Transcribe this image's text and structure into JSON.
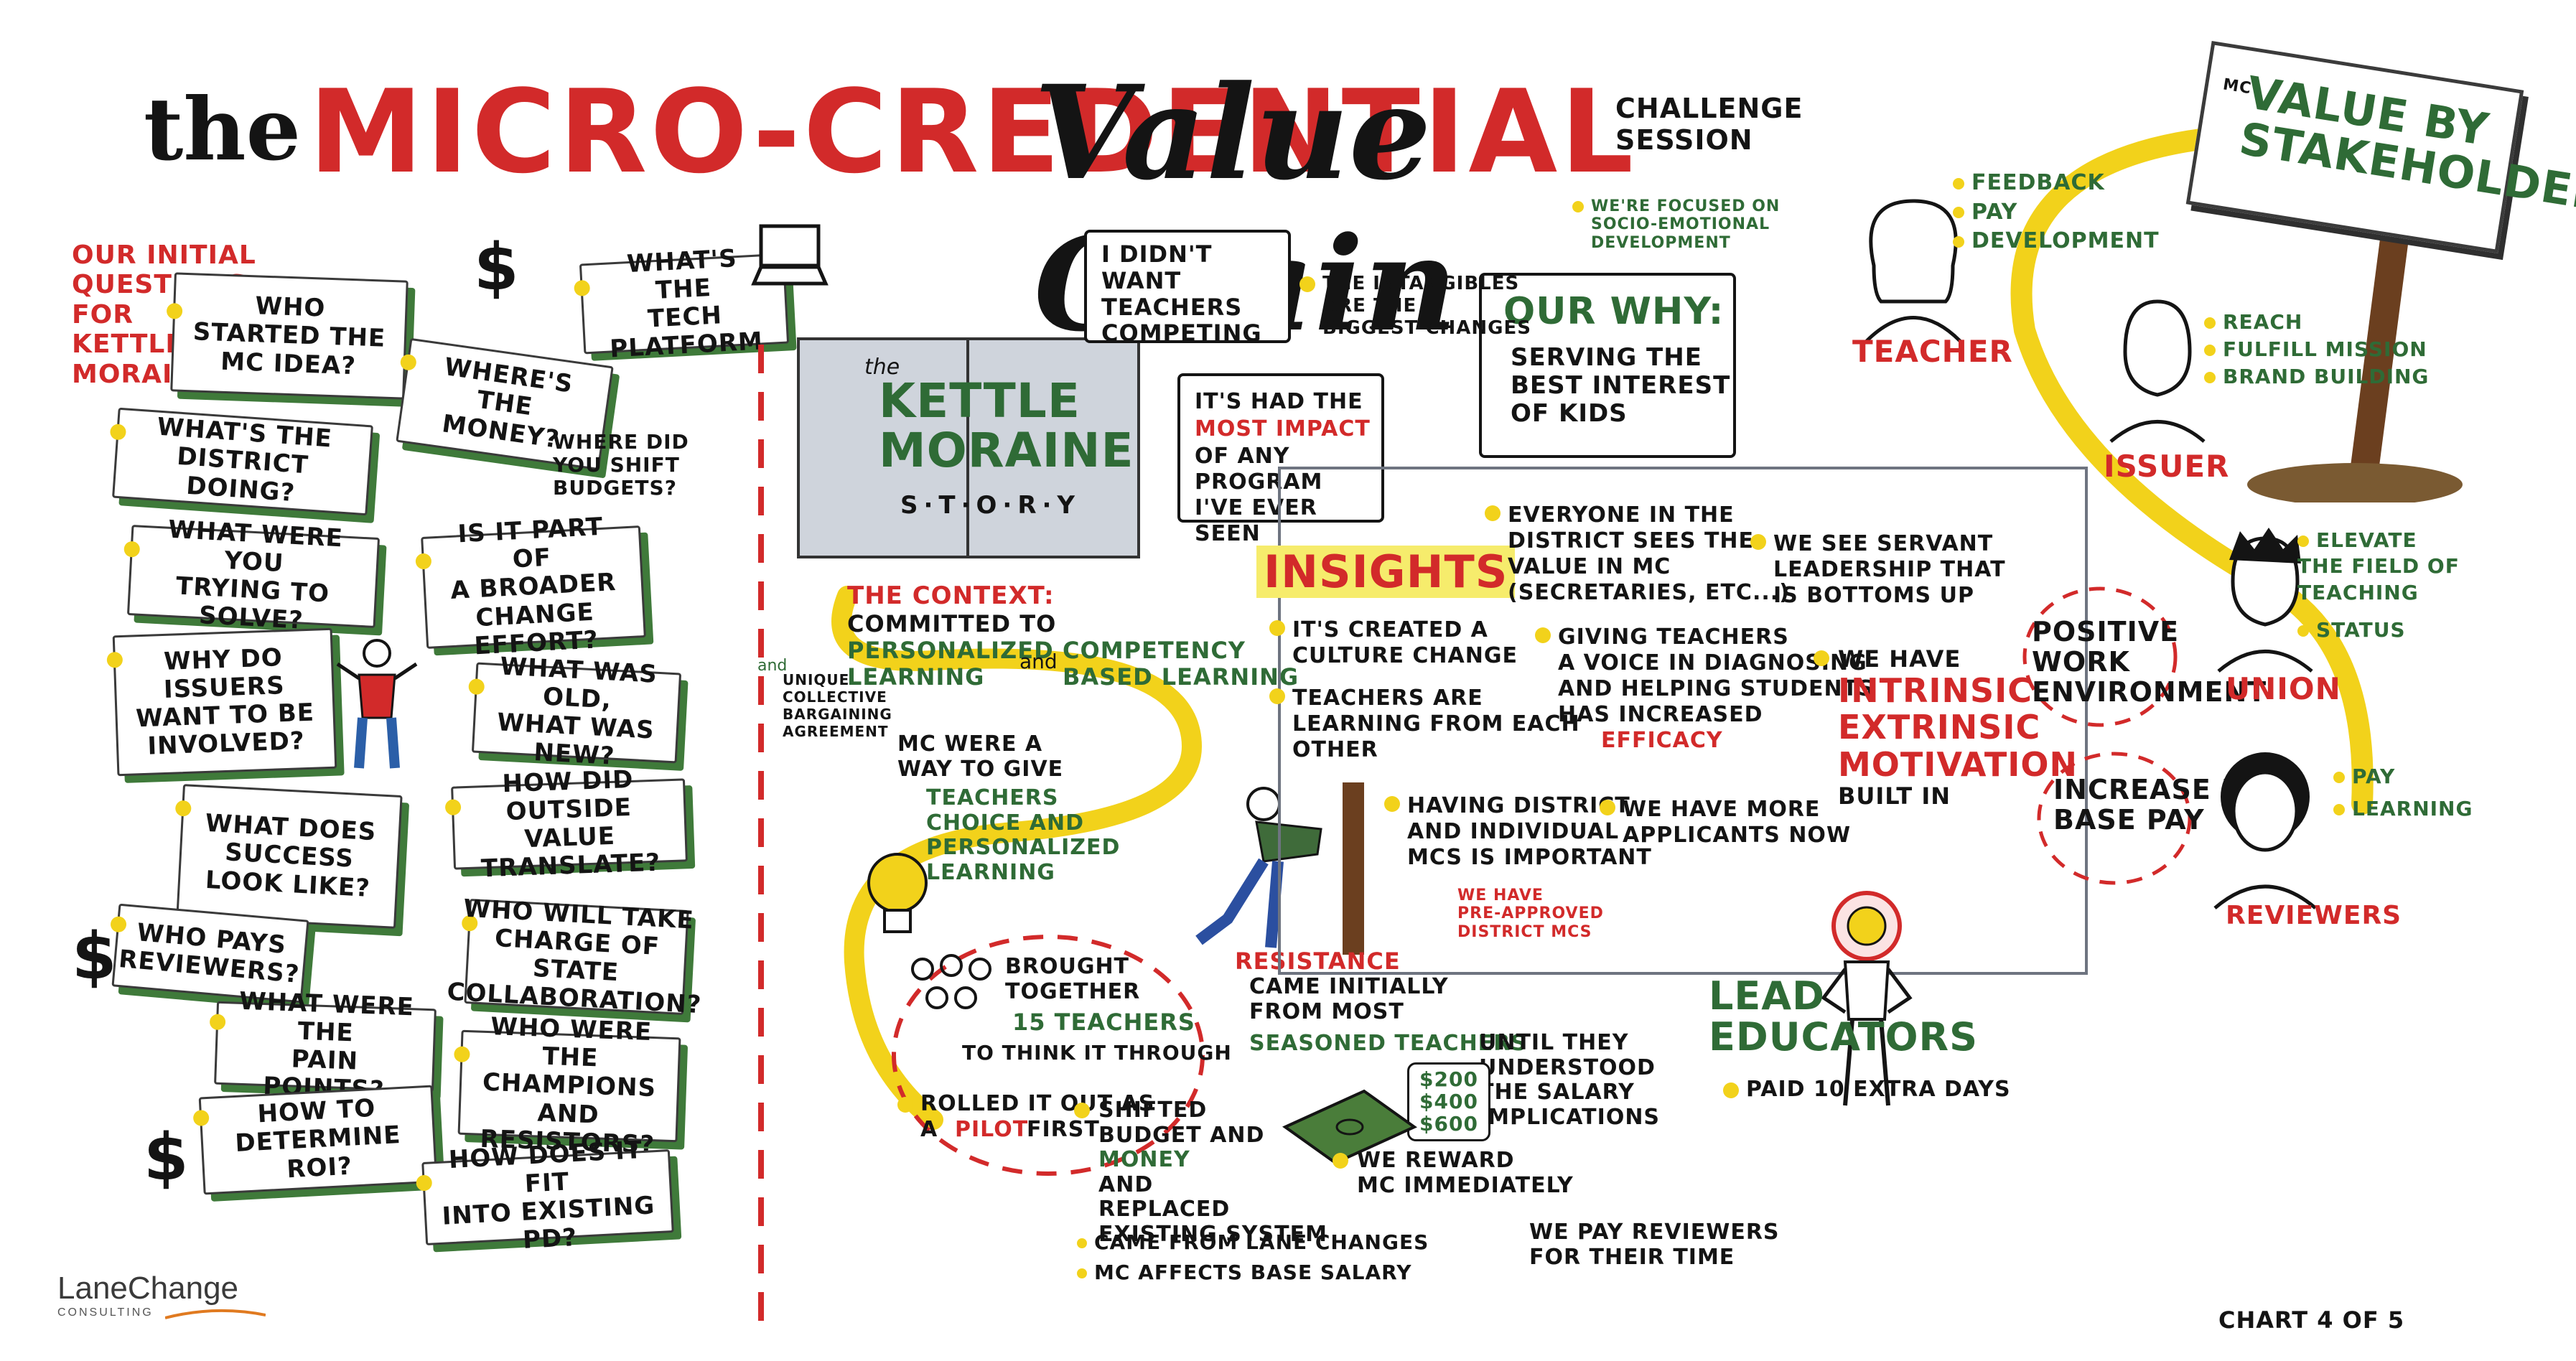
{
  "title": {
    "the": "the",
    "micro": "MICRO-CREDENTIAL",
    "value_chain": "Value Chain",
    "session": "CHALLENGE\nSESSION"
  },
  "initial_questions_label": "OUR INITIAL\nQUESTIONS\nFOR\nKETTLE\nMORAINE",
  "questions": [
    "WHO STARTED the\nMC IDEA?",
    "WHAT'S the DISTRICT\nDOING?",
    "WHAT WERE YOU\nTRYING to SOLVE?",
    "WHY DO ISSUERS\nWANT to BE\nINVOLVED?",
    "WHAT DOES\nSUCCESS\nLOOK LIKE?",
    "WHO PAYS\nREVIEWERS?",
    "WHAT WERE the\nPAIN POINTS?",
    "HOW to DETERMINE\nROI?",
    "WHAT'S the\nTECH PLATFORM",
    "WHERE'S the\nMONEY?",
    "IS IT PART of\na BROADER\nCHANGE EFFORT?",
    "WHAT WAS OLD,\nWHAT WAS NEW?",
    "HOW DID OUTSIDE\nVALUE TRANSLATE?",
    "WHO WILL TAKE\nCHARGE of STATE\nCOLLABORATION?",
    "WHO WERE the\nCHAMPIONS and\nRESISTORS?",
    "HOW DOES IT FIT\nINTO EXISTING PD?"
  ],
  "money_note": "WHERE DID\nYOU SHIFT\nBUDGETS?",
  "dollar": "$",
  "story": {
    "the": "the",
    "name": "KETTLE\nMORAINE",
    "story": "S·T·O·R·Y"
  },
  "bubbles": {
    "competing": "I DIDN'T WANT\nTEACHERS\nCOMPETING",
    "impact_pre": "IT'S HAD the",
    "impact_hi": "MOST IMPACT",
    "impact_post": "of ANY PROGRAM\nI'VE EVER SEEN",
    "why_title": "OUR WHY:",
    "why_body": "SERVING the\nBEST INTEREST\nof KIDS"
  },
  "intangibles": "THE INTANGIBLES\nARE THE\nBIGGEST CHANGES",
  "socio": "WE'RE FOCUSED ON\nSOCIO-EMOTIONAL\nDEVELOPMENT",
  "context": {
    "label": "the CONTEXT:",
    "committed": "COMMITTED to",
    "personalized": "PERSONALIZED\nLEARNING",
    "and": "and",
    "competency": "COMPETENCY\nBASED LEARNING",
    "unique_and": "and",
    "unique": "UNIQUE\nCOLLECTIVE\nBARGAINING\nAGREEMENT"
  },
  "mc_way": {
    "pre": "MC WERE A\nWAY to GIVE",
    "hi": "TEACHERS\nCHOICE and\nPERSONALIZED\nLEARNING"
  },
  "brought": {
    "pre": "BROUGHT\nTOGETHER",
    "hi": "15 TEACHERS",
    "post": "to THINK IT THROUGH"
  },
  "pilot": {
    "pre": "ROLLED IT OUT as\na",
    "hi": "PILOT",
    "post": "FIRST"
  },
  "shifted": {
    "pre": "SHIFTED\nBUDGET and",
    "hi": "MONEY",
    "post": "and\nREPLACED\nEXISTING SYSTEM"
  },
  "lane": [
    "CAME FROM LANE CHANGES",
    "MC AFFECTS BASE SALARY"
  ],
  "resistance": {
    "hi": "RESISTANCE",
    "body": "CAME INITIALLY\nFROM MOST",
    "hi2": "SEASONED TEACHERS",
    "post": "UNTIL THEY\nUNDERSTOOD\nthe SALARY\nIMPLICATIONS"
  },
  "salary_amounts": "$200\n$400\n$600",
  "reward": "WE REWARD\nMC IMMEDIATELY",
  "pay_reviewers": "WE PAY REVIEWERS\nFOR their TIME",
  "insights": {
    "title": "INSIGHTS",
    "culture": "IT'S CREATED A\nCULTURE CHANGE",
    "teachers": "TEACHERS ARE\nLEARNING FROM EACH\nOTHER",
    "having": "HAVING DISTRICT\nand INDIVIDUAL\nMCs IS IMPORTANT",
    "preapproved": "WE HAVE\nPRE-APPROVED\nDISTRICT MCs",
    "everyone": "EVERYONE in the\nDISTRICT SEES the\nVALUE in MC\n(SECRETARIES, ETC...)",
    "giving_pre": "GIVING TEACHERS\nA VOICE IN DIAGNOSING\nand HELPING STUDENTS\nHAS INCREASED",
    "efficacy": "EFFICACY",
    "applicants": "WE HAVE MORE\nAPPLICANTS NOW",
    "servant": "WE SEE SERVANT\nLEADERSHIP THAT\nIS BOTTOMS UP",
    "motiv_pre": "WE HAVE",
    "motiv_hi": "INTRINSIC\nEXTRINSIC\nMOTIVATION",
    "motiv_post": "BUILT IN",
    "positive": "POSITIVE\nWORK\nENVIRONMENT",
    "increase": "INCREASE in\nBASE PAY"
  },
  "lead": {
    "title": "LEAD\nEDUCATORS",
    "note": "PAID 10 EXTRA DAYS"
  },
  "sign": {
    "mc": "MC",
    "text": "VALUE BY\nSTAKEHOLDER"
  },
  "stakeholders": [
    {
      "name": "TEACHER",
      "items": [
        "FEEDBACK",
        "PAY",
        "DEVELOPMENT"
      ]
    },
    {
      "name": "ISSUER",
      "items": [
        "REACH",
        "FULFILL MISSION",
        "BRAND BUILDING"
      ]
    },
    {
      "name": "UNION",
      "items": [
        "ELEVATE the FIELD of TEACHING",
        "STATUS"
      ]
    },
    {
      "name": "REVIEWERS",
      "items": [
        "PAY",
        "LEARNING"
      ]
    }
  ],
  "logo": {
    "name": "LaneChange",
    "sub": "CONSULTING"
  },
  "footer": "CHART 4 OF 5",
  "colors": {
    "red": "#d22a2a",
    "green": "#2f6b36",
    "yellow": "#f2d21b",
    "card_shadow": "#3f7a3a"
  }
}
